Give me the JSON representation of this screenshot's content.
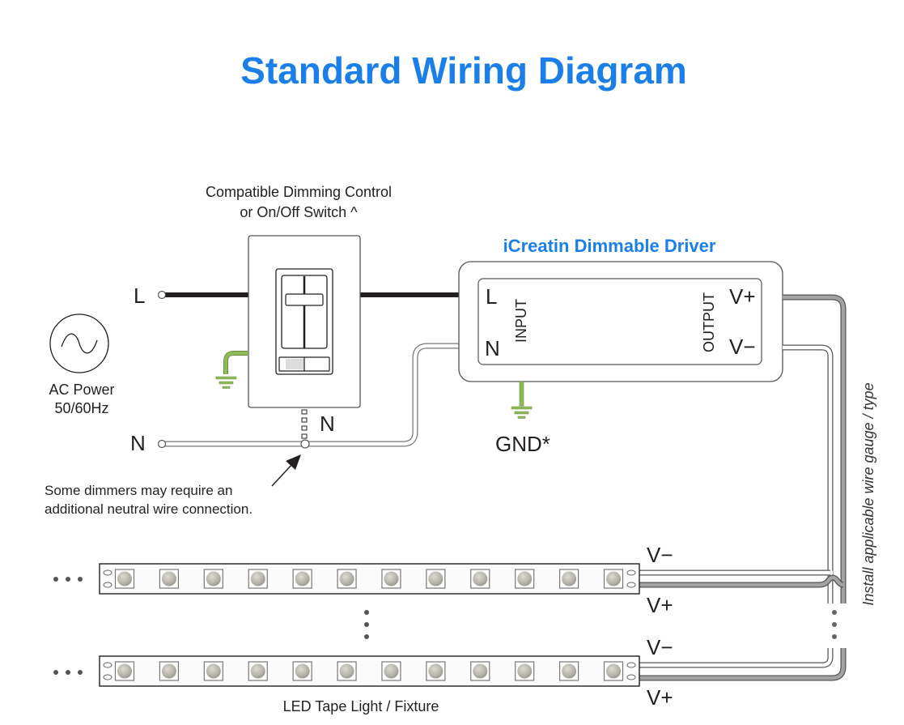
{
  "title": "Standard Wiring Diagram",
  "switch": {
    "caption_line1": "Compatible Dimming Control",
    "caption_line2": "or On/Off Switch ^",
    "neutral_label": "N"
  },
  "ac_power": {
    "label_line1": "AC Power",
    "label_line2": "50/60Hz",
    "line_terminal": "L",
    "neutral_terminal": "N"
  },
  "driver": {
    "title": "iCreatin Dimmable Driver",
    "input_label": "INPUT",
    "output_label": "OUTPUT",
    "terminal_l": "L",
    "terminal_n": "N",
    "terminal_vplus": "V+",
    "terminal_vminus": "V−",
    "ground_label": "GND*"
  },
  "note": {
    "line1": "Some dimmers may require an",
    "line2": "additional neutral wire connection."
  },
  "wire_note": "Install applicable wire gauge / type",
  "led_strips": [
    {
      "vminus_label": "V−",
      "vplus_label": "V+",
      "led_count": 12
    },
    {
      "vminus_label": "V−",
      "vplus_label": "V+",
      "led_count": 12
    }
  ],
  "led_caption": "LED Tape Light / Fixture",
  "colors": {
    "title_blue": "#1a7fe8",
    "line_wire": "#231f20",
    "ground_green": "#8dbb5a",
    "positive_wire": "#8a8a8a",
    "led_gray": "#b9b7ad"
  }
}
